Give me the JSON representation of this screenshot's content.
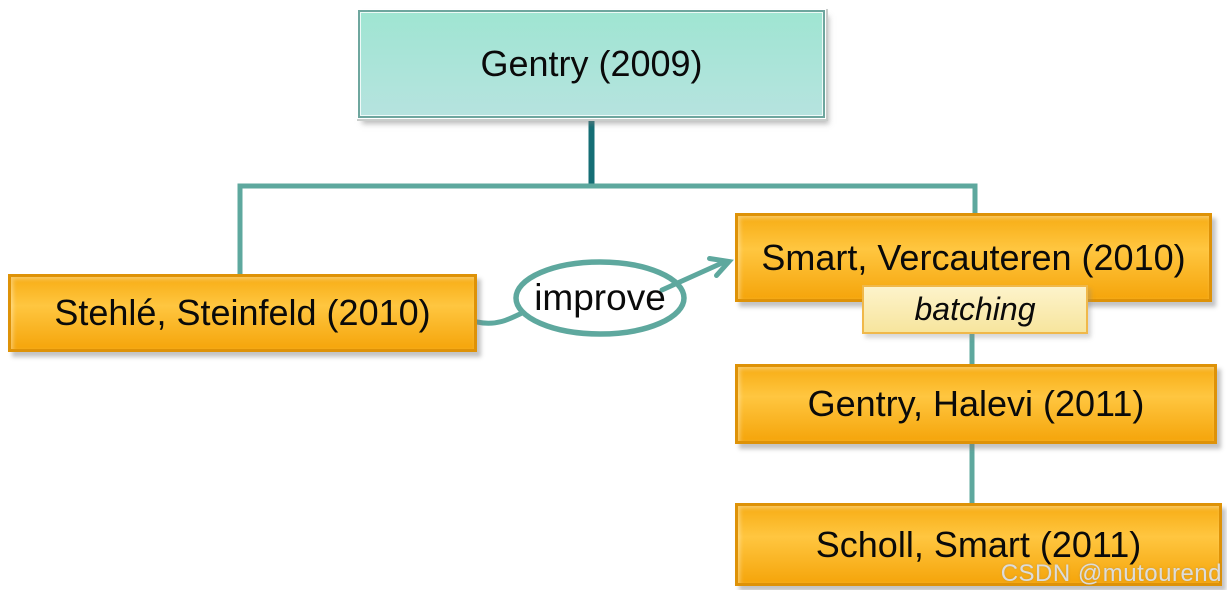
{
  "colors": {
    "teal-line": "#5EA89E",
    "teal-line-dark": "#156E75",
    "orange-border": "#DE9207",
    "orange-top": "#F7AD15",
    "orange-mid": "#FFC640",
    "orange-bottom": "#F5A50B",
    "mint-top": "#9FE5D2",
    "mint-bottom": "#B6E3DF",
    "mint-border": "#6EA69E",
    "note-fill-top": "#FDF3CB",
    "note-fill-bottom": "#F7E59E",
    "note-border": "#F0B84A",
    "text": "#0A0A0A",
    "watermark": "#DCDCDC"
  },
  "nodes": {
    "gentry2009": {
      "label": "Gentry (2009)"
    },
    "stehle": {
      "label": "Stehlé, Steinfeld (2010)"
    },
    "smart": {
      "label": "Smart, Vercauteren (2010)"
    },
    "batching": {
      "label": "batching"
    },
    "halevi": {
      "label": "Gentry, Halevi (2011)"
    },
    "scholl": {
      "label": "Scholl, Smart (2011)"
    }
  },
  "edges": [
    {
      "from": "gentry2009",
      "to": "stehle"
    },
    {
      "from": "gentry2009",
      "to": "smart"
    },
    {
      "from": "stehle",
      "to": "smart",
      "label": "improve"
    },
    {
      "from": "smart",
      "to": "halevi"
    },
    {
      "from": "halevi",
      "to": "scholl"
    }
  ],
  "watermark": "CSDN @mutourend"
}
